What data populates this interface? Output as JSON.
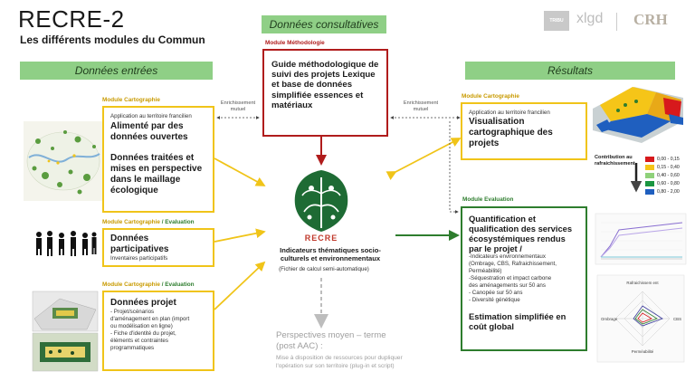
{
  "header": {
    "title": "RECRE-2",
    "subtitle": "Les différents modules du Commun"
  },
  "logos": {
    "tribu": "TRIBU",
    "xlgd": "xlgd",
    "crh": "CRH"
  },
  "bands": {
    "consultatives": "Données consultatives",
    "entrees": "Données entrées",
    "resultats": "Résultats"
  },
  "enrichissement": {
    "left": "Enrichissement mutuel",
    "right": "Enrichissement mutuel"
  },
  "methodo": {
    "label": "Module Méthodologie",
    "text": "Guide méthodologique de suivi des projets Lexique et base de données simplifiée essences et matériaux"
  },
  "carto_left": {
    "label": "Module Cartographie",
    "small": "Application au territoire francilien",
    "title1": "Alimenté par des données ouvertes",
    "title2": "Données traitées et mises en perspective dans le maillage écologique"
  },
  "participatif": {
    "label_a": "Module Cartographie",
    "label_b": "/ Evaluation",
    "title": "Données participatives",
    "sub": "Inventaires participatifs"
  },
  "projet": {
    "label_a": "Module Cartographie",
    "label_b": "/ Evaluation",
    "title": "Données projet",
    "lines": [
      "- Projet/scénarios",
      "d'aménagement en plan (import",
      "ou modélisation en ligne)",
      "- Fiche d'identité du projet,",
      "éléments et contraintes",
      "programmatiques"
    ]
  },
  "center": {
    "logo_text": "RECRE",
    "title": "Indicateurs thématiques socio-culturels et environnementaux",
    "sub": "(Fichier de calcul semi-automatique)"
  },
  "perspectives": {
    "title": "Perspectives moyen – terme",
    "sub": "(post AAC) :",
    "text": "Mise à disposition de ressources pour dupliquer l'opération sur son territoire (plug-in et script)"
  },
  "carto_right": {
    "label": "Module Cartographie",
    "small": "Application au territoire francilien",
    "title": "Visualisation cartographique des projets"
  },
  "contribution": {
    "title": "Contribution au rafraichissement",
    "legend": [
      {
        "label": "0,00 - 0,15",
        "color": "#d7191c"
      },
      {
        "label": "0,15 - 0,40",
        "color": "#f5c518"
      },
      {
        "label": "0,40 - 0,60",
        "color": "#8fd17a"
      },
      {
        "label": "0,60 - 0,80",
        "color": "#1a9641"
      },
      {
        "label": "0,80 - 2,00",
        "color": "#1f5fbf"
      }
    ]
  },
  "evaluation": {
    "label": "Module Evaluation",
    "title": "Quantification et qualification des services écosystémiques rendus par le projet /",
    "lines": [
      "-Indicateurs environnementaux",
      "(Ombrage, CBS, Rafraichissement,",
      "Perméabilité)",
      "-Séquestration et impact carbone",
      "des aménagements sur 50 ans",
      "- Canopée sur 50 ans",
      "- Diversité génétique"
    ],
    "footer": "Estimation simplifiée en coût global"
  },
  "radar": {
    "axes": [
      "Rafraichissem ent",
      "CBS",
      "Perméabilité",
      "Ombrage"
    ]
  },
  "colors": {
    "yellow": "#f0c419",
    "red": "#b01c1c",
    "green": "#2e7d2e",
    "band": "#8fcf86"
  }
}
